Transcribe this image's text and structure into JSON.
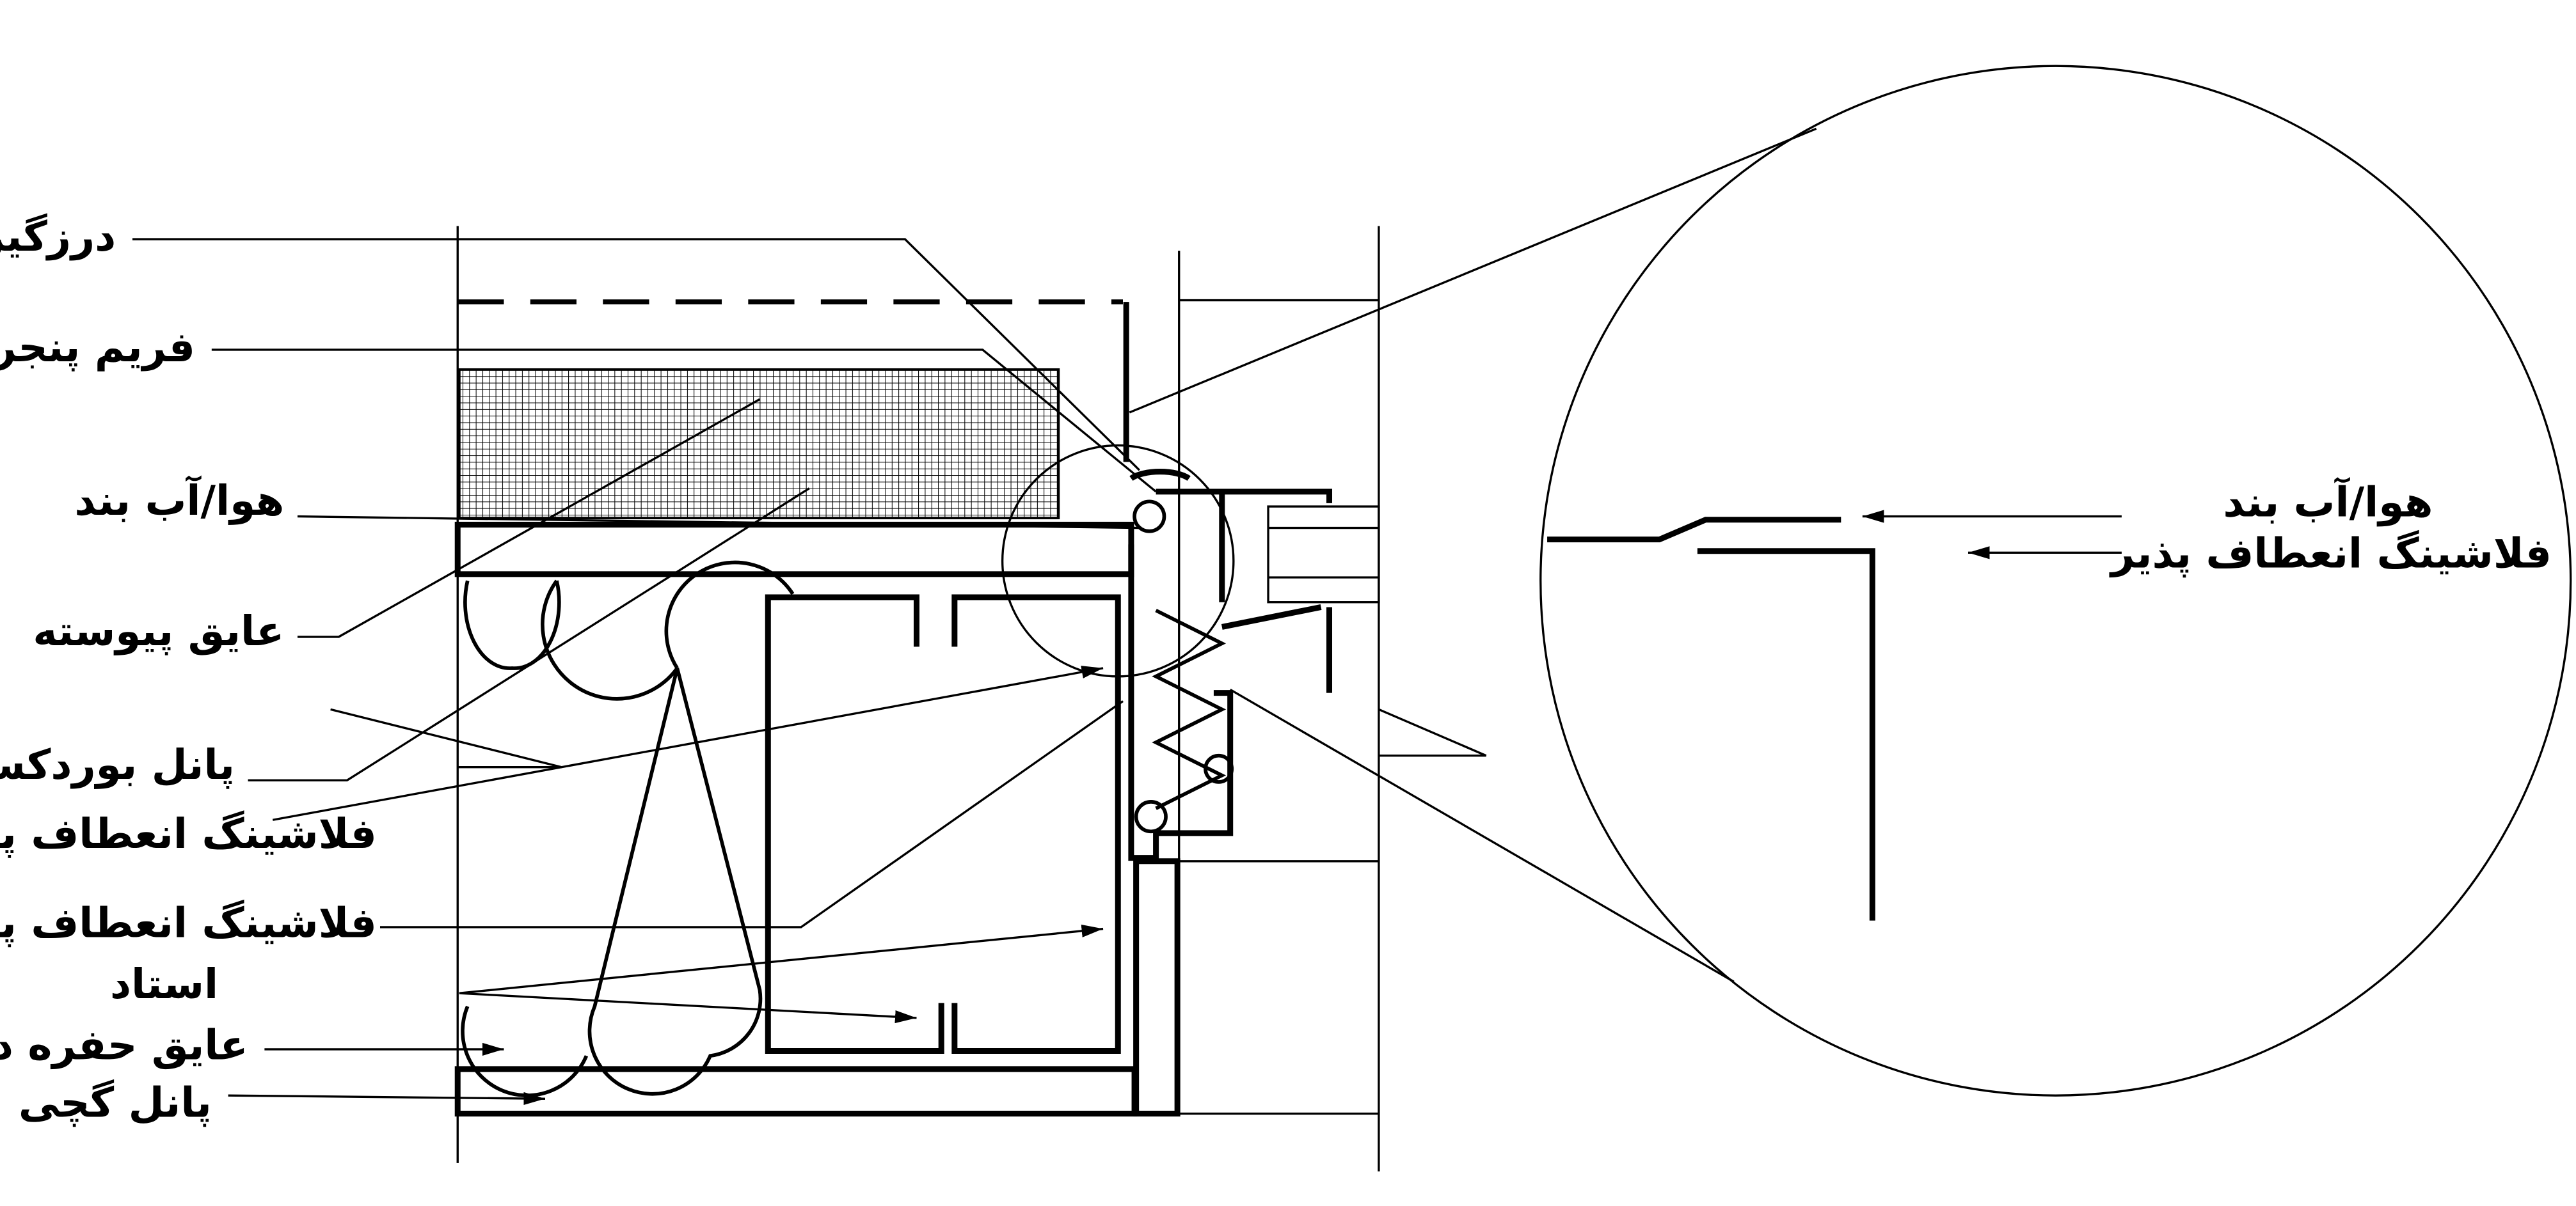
{
  "labels": {
    "sealant": "درزگیر",
    "window_frame": "فریم پنجره",
    "air_water_barrier": "هوا/آب بند",
    "continuous_insulation": "عایق پیوسته",
    "boardex_panel": "پانل بوردکس",
    "flexible_flashing_1": "فلاشینگ انعطاف پذیر",
    "flexible_flashing_2": "فلاشینگ انعطاف پذیر",
    "stud": "استاد",
    "cavity_insulation": "عایق حفره دار",
    "gypsum_panel": "پانل گچی"
  },
  "detail": {
    "air_water_barrier": "هوا/آب بند",
    "flexible_flashing": "فلاشینگ انعطاف پذیر"
  },
  "colors": {
    "line": "#000000",
    "background": "#ffffff"
  }
}
